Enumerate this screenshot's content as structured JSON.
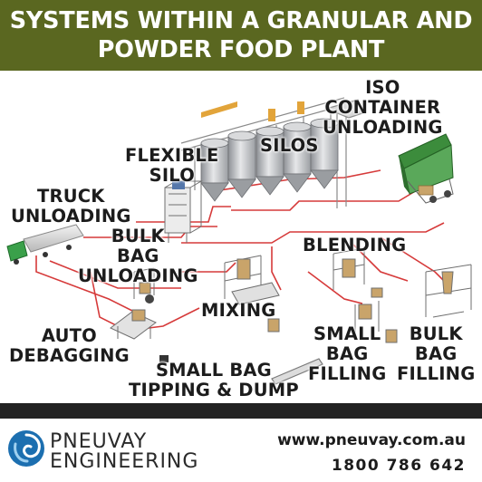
{
  "header": {
    "title_line1": "SYSTEMS WITHIN A GRANULAR AND",
    "title_line2": "POWDER FOOD PLANT"
  },
  "labels": {
    "iso_container": [
      "ISO",
      "CONTAINER",
      "UNLOADING"
    ],
    "silos": [
      "SILOS"
    ],
    "flexible_silo": [
      "FLEXIBLE",
      "SILO"
    ],
    "truck_unloading": [
      "TRUCK",
      "UNLOADING"
    ],
    "bulk_bag_unloading": [
      "BULK",
      "BAG",
      "UNLOADING"
    ],
    "blending": [
      "BLENDING"
    ],
    "mixing": [
      "MIXING"
    ],
    "auto_debagging": [
      "AUTO",
      "DEBAGGING"
    ],
    "small_bag_filling": [
      "SMALL",
      "BAG",
      "FILLING"
    ],
    "bulk_bag_filling": [
      "BULK",
      "BAG",
      "FILLING"
    ],
    "small_bag_tipping": [
      "SMALL BAG",
      "TIPPING & DUMP"
    ]
  },
  "footer": {
    "brand_line1": "PNEUVAY",
    "brand_line2": "ENGINEERING",
    "website": "www.pneuvay.com.au",
    "phone": "1800 786 642",
    "icon": "swirl-logo-icon"
  },
  "colors": {
    "banner": "#5a6720",
    "pipe": "#d63a3a",
    "container": "#3c8c3c",
    "footer_band": "#222222"
  }
}
